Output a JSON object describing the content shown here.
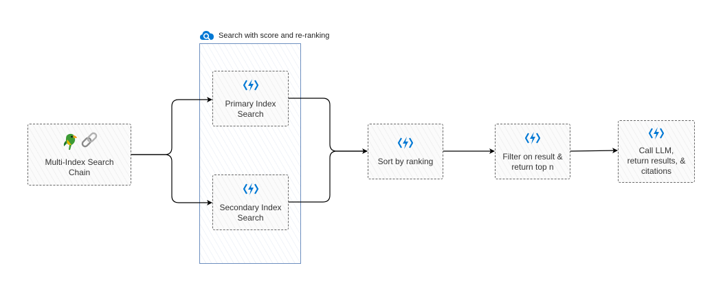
{
  "group": {
    "title": "Search with score and re-ranking",
    "icon": "azure-cognitive-search-cloud-icon",
    "border_color": "#6c8ebf"
  },
  "nodes": {
    "chain": {
      "label": "Multi-Index Search\nChain",
      "icons": [
        "parrot-icon",
        "chain-link-icon"
      ]
    },
    "primary": {
      "label": "Primary Index\nSearch",
      "icon": "azure-function-icon"
    },
    "secondary": {
      "label": "Secondary Index\nSearch",
      "icon": "azure-function-icon"
    },
    "sort": {
      "label": "Sort by ranking",
      "icon": "azure-function-icon"
    },
    "filter": {
      "label": "Filter on result &\nreturn top n",
      "icon": "azure-function-icon"
    },
    "llm": {
      "label": "Call LLM,\nreturn results, &\ncitations",
      "icon": "azure-function-icon"
    }
  },
  "edges": [
    {
      "from": "Multi-Index Search Chain",
      "to": "Primary Index Search"
    },
    {
      "from": "Multi-Index Search Chain",
      "to": "Secondary Index Search"
    },
    {
      "from": "Primary Index Search",
      "to": "Sort by ranking"
    },
    {
      "from": "Secondary Index Search",
      "to": "Sort by ranking"
    },
    {
      "from": "Sort by ranking",
      "to": "Filter on result & return top n"
    },
    {
      "from": "Filter on result & return top n",
      "to": "Call LLM, return results, & citations"
    }
  ],
  "colors": {
    "azure_blue": "#0078d4",
    "azure_light": "#50e6ff",
    "edge": "#000000",
    "node_border": "#666666"
  }
}
